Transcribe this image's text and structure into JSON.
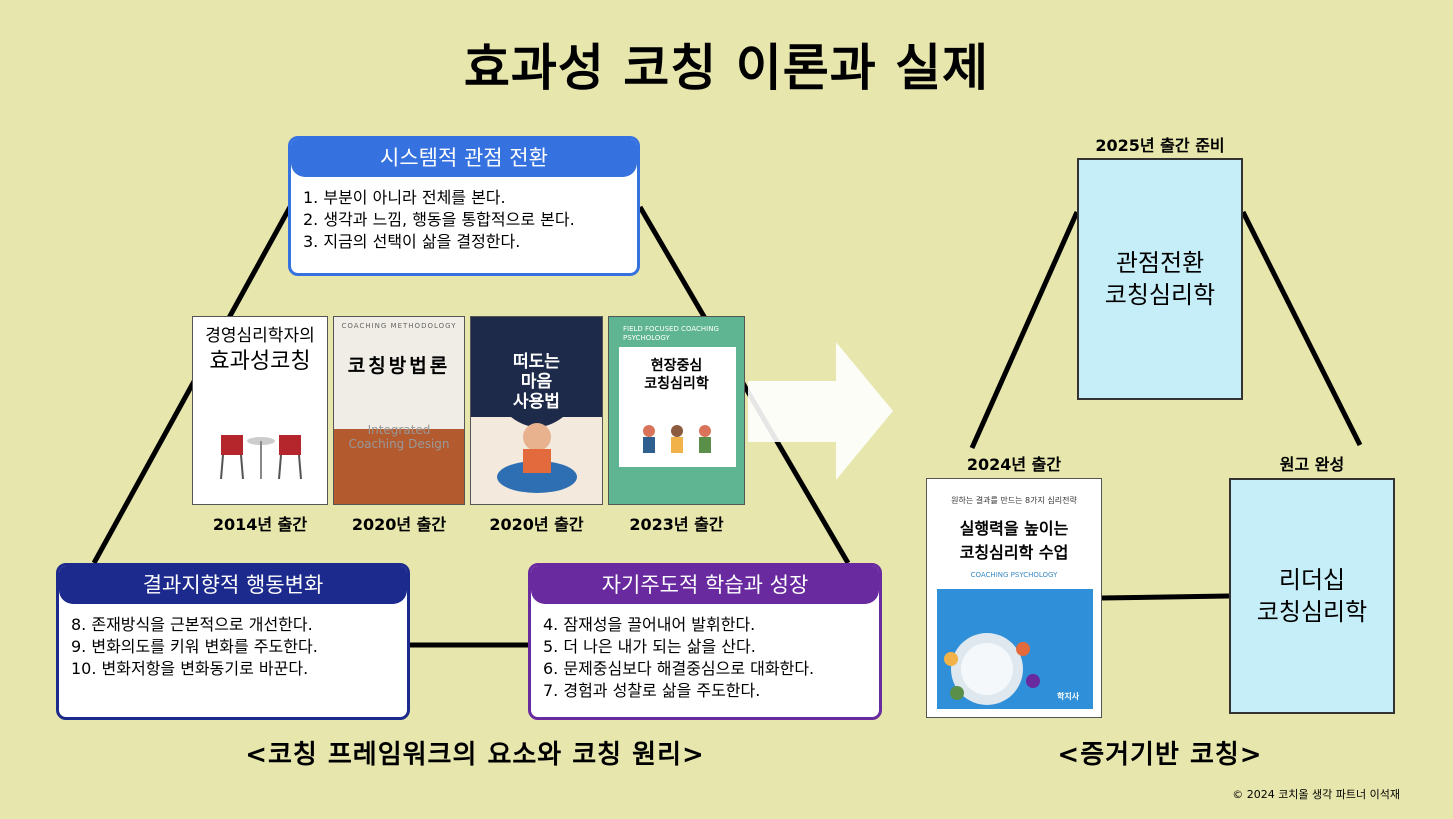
{
  "title": "효과성 코칭 이론과 실제",
  "principles": {
    "systemic": {
      "header": "시스템적 관점 전환",
      "items": [
        "1. 부분이 아니라 전체를 본다.",
        "2. 생각과 느낌, 행동을 통합적으로 본다.",
        "3. 지금의 선택이 삶을 결정한다."
      ]
    },
    "self_directed": {
      "header": "자기주도적 학습과 성장",
      "items": [
        "4. 잠재성을 끌어내어 발휘한다.",
        "5. 더 나은 내가 되는 삶을 산다.",
        "6. 문제중심보다 해결중심으로 대화한다.",
        "7. 경험과 성찰로 삶을 주도한다."
      ]
    },
    "result": {
      "header": "결과지향적 행동변화",
      "items": [
        "8. 존재방식을 근본적으로 개선한다.",
        "9. 변화의도를 키워 변화를 주도한다.",
        "10. 변화저항을 변화동기로 바꾼다."
      ]
    }
  },
  "books": [
    {
      "title_a": "경영심리학자의",
      "title_b": "효과성코칭",
      "caption": "2014년 출간"
    },
    {
      "title_a": "COACHING METHODOLOGY",
      "title_b": "코칭방법론",
      "title_c": "Integrated Coaching Design",
      "caption": "2020년 출간"
    },
    {
      "title_a": "떠도는",
      "title_b": "마음",
      "title_c": "사용법",
      "caption": "2020년 출간"
    },
    {
      "title_a": "FIELD FOCUSED COACHING PSYCHOLOGY",
      "title_b": "현장중심",
      "title_c": "코칭심리학",
      "caption": "2023년 출간"
    }
  ],
  "evidence": {
    "book_2024": {
      "label": "2024년 출간",
      "tagline": "원하는 결과를 만드는 8가지 심리전략",
      "title_a": "실행력을 높이는",
      "title_b": "코칭심리학 수업",
      "subtitle": "COACHING PSYCHOLOGY",
      "publisher": "학지사"
    },
    "plan_2025": {
      "label": "2025년 출간 준비",
      "line1": "관점전환",
      "line2": "코칭심리학"
    },
    "draft": {
      "label": "원고 완성",
      "line1": "리더십",
      "line2": "코칭심리학"
    }
  },
  "footer_left": "<코칭 프레임워크의 요소와 코칭 원리>",
  "footer_right": "<증거기반 코칭>",
  "copyright": "© 2024 코치올 생각 파트너 이석재",
  "colors": {
    "background": "#e6e6ad",
    "systemic": "#3572e0",
    "self_directed": "#6a2a9f",
    "result": "#1b2a8c",
    "plan_box": "#c6eef8"
  }
}
